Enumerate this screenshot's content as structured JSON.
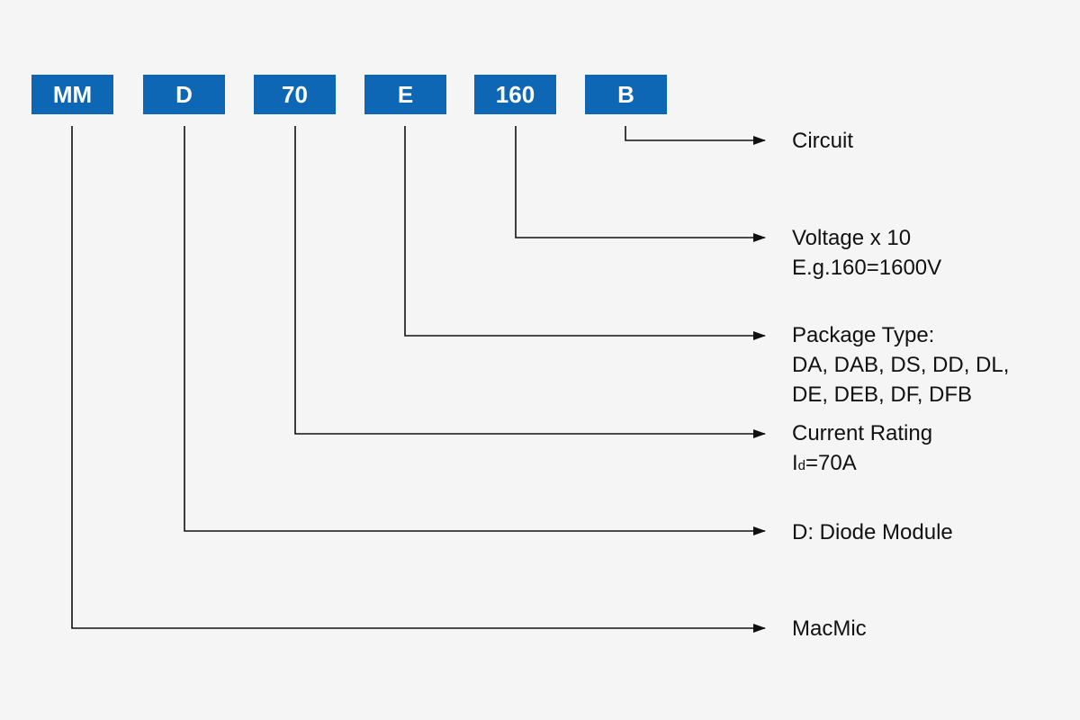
{
  "codes": [
    {
      "label": "MM"
    },
    {
      "label": "D"
    },
    {
      "label": "70"
    },
    {
      "label": "E"
    },
    {
      "label": "160"
    },
    {
      "label": "B"
    }
  ],
  "descriptions": {
    "circuit": "Circuit",
    "voltage": {
      "line1": "Voltage x 10",
      "line2": "E.g.160=1600V"
    },
    "package": {
      "line1": "Package Type:",
      "line2": "DA, DAB, DS, DD, DL,",
      "line3": "DE, DEB, DF, DFB"
    },
    "current": {
      "line1": "Current Rating",
      "line2_main": "I",
      "line2_sub": "d",
      "line2_rest": "=70A"
    },
    "module": "D: Diode Module",
    "brand": "MacMic"
  },
  "colors": {
    "box": "#0d67b4",
    "line": "#111111",
    "background": "#f5f5f5"
  }
}
